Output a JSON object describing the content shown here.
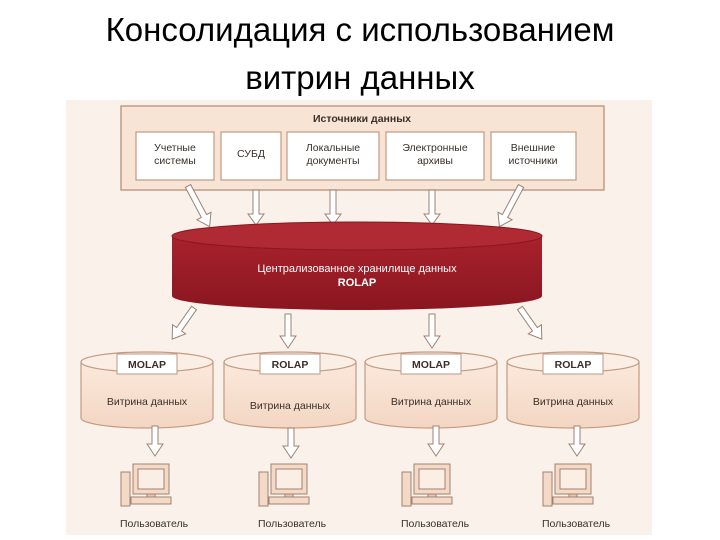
{
  "title": {
    "line1": "Консолидация с использованием",
    "line2": "витрин данных"
  },
  "sources": {
    "header": "Источники данных",
    "items": [
      {
        "line1": "Учетные",
        "line2": "системы"
      },
      {
        "line1": "СУБД",
        "line2": ""
      },
      {
        "line1": "Локальные",
        "line2": "документы"
      },
      {
        "line1": "Электронные",
        "line2": "архивы"
      },
      {
        "line1": "Внешние",
        "line2": "источники"
      }
    ]
  },
  "warehouse": {
    "label": "Централизованное хранилище данных",
    "type": "ROLAP"
  },
  "marts": [
    {
      "type": "MOLAP",
      "label": "Витрина данных",
      "user": "Пользователь"
    },
    {
      "type": "ROLAP",
      "label": "Витрина данных",
      "user": "Пользователь"
    },
    {
      "type": "MOLAP",
      "label": "Витрина данных",
      "user": "Пользователь"
    },
    {
      "type": "ROLAP",
      "label": "Витрина данных",
      "user": "Пользователь"
    }
  ],
  "colors": {
    "background": "#faf1ea",
    "panel": "#f8e4d4",
    "border": "#c49a82",
    "warehouse": "#9b1b24",
    "warehouse_top": "#b02a33",
    "arrow": "#ffffff",
    "text": "#3a2f2a"
  }
}
